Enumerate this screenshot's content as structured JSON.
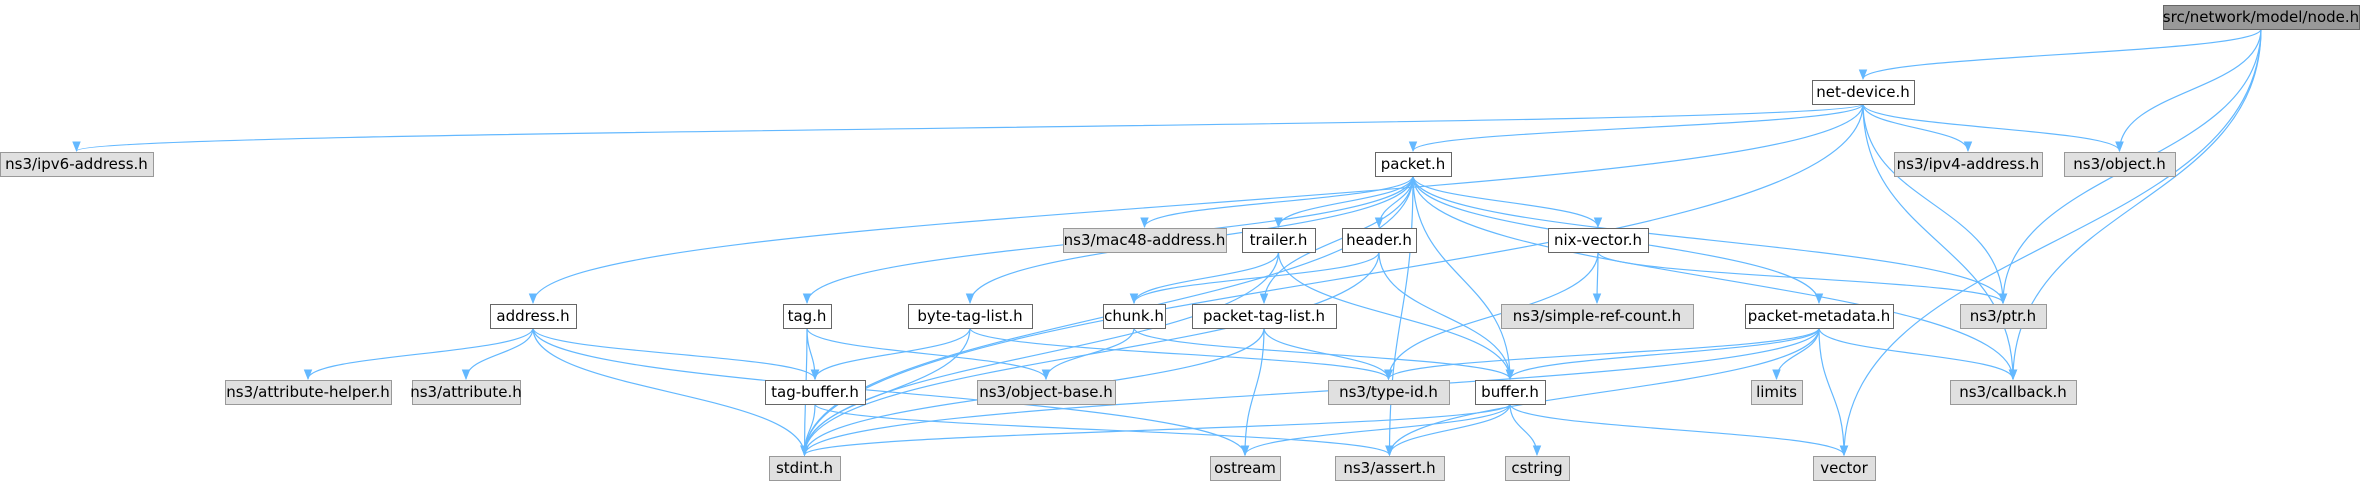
{
  "graph": {
    "title": "src/network/model/node.h",
    "colors": {
      "root_fill": "#999999",
      "node_fill": "#ffffff",
      "ext_fill": "#e0e0e0",
      "border": "#666666",
      "ext_border": "#999999",
      "edge": "#63b8ff",
      "text": "#000000"
    },
    "nodes": [
      {
        "id": "node_h",
        "label": "src/network/model/node.h",
        "kind": "root"
      },
      {
        "id": "net_device_h",
        "label": "net-device.h",
        "kind": "file"
      },
      {
        "id": "ipv6_address",
        "label": "ns3/ipv6-address.h",
        "kind": "external"
      },
      {
        "id": "packet_h",
        "label": "packet.h",
        "kind": "file"
      },
      {
        "id": "ipv4_address",
        "label": "ns3/ipv4-address.h",
        "kind": "external"
      },
      {
        "id": "object_h",
        "label": "ns3/object.h",
        "kind": "external"
      },
      {
        "id": "mac48_address",
        "label": "ns3/mac48-address.h",
        "kind": "external"
      },
      {
        "id": "trailer_h",
        "label": "trailer.h",
        "kind": "file"
      },
      {
        "id": "header_h",
        "label": "header.h",
        "kind": "file"
      },
      {
        "id": "nix_vector_h",
        "label": "nix-vector.h",
        "kind": "file"
      },
      {
        "id": "address_h",
        "label": "address.h",
        "kind": "file"
      },
      {
        "id": "tag_h",
        "label": "tag.h",
        "kind": "file"
      },
      {
        "id": "byte_tag_list_h",
        "label": "byte-tag-list.h",
        "kind": "file"
      },
      {
        "id": "chunk_h",
        "label": "chunk.h",
        "kind": "file"
      },
      {
        "id": "packet_tag_list_h",
        "label": "packet-tag-list.h",
        "kind": "file"
      },
      {
        "id": "simple_ref_count",
        "label": "ns3/simple-ref-count.h",
        "kind": "external"
      },
      {
        "id": "packet_metadata_h",
        "label": "packet-metadata.h",
        "kind": "file"
      },
      {
        "id": "ptr_h",
        "label": "ns3/ptr.h",
        "kind": "external"
      },
      {
        "id": "attribute_helper",
        "label": "ns3/attribute-helper.h",
        "kind": "external"
      },
      {
        "id": "attribute_h",
        "label": "ns3/attribute.h",
        "kind": "external"
      },
      {
        "id": "tag_buffer_h",
        "label": "tag-buffer.h",
        "kind": "file"
      },
      {
        "id": "object_base",
        "label": "ns3/object-base.h",
        "kind": "external"
      },
      {
        "id": "type_id",
        "label": "ns3/type-id.h",
        "kind": "external"
      },
      {
        "id": "buffer_h",
        "label": "buffer.h",
        "kind": "file"
      },
      {
        "id": "limits",
        "label": "limits",
        "kind": "external"
      },
      {
        "id": "callback_h",
        "label": "ns3/callback.h",
        "kind": "external"
      },
      {
        "id": "stdint_h",
        "label": "stdint.h",
        "kind": "external"
      },
      {
        "id": "ostream",
        "label": "ostream",
        "kind": "external"
      },
      {
        "id": "assert_h",
        "label": "ns3/assert.h",
        "kind": "external"
      },
      {
        "id": "cstring",
        "label": "cstring",
        "kind": "external"
      },
      {
        "id": "vector",
        "label": "vector",
        "kind": "external"
      }
    ],
    "edges": [
      [
        "node_h",
        "net_device_h"
      ],
      [
        "node_h",
        "object_h"
      ],
      [
        "node_h",
        "ptr_h"
      ],
      [
        "node_h",
        "callback_h"
      ],
      [
        "node_h",
        "vector"
      ],
      [
        "net_device_h",
        "ipv6_address"
      ],
      [
        "net_device_h",
        "packet_h"
      ],
      [
        "net_device_h",
        "ipv4_address"
      ],
      [
        "net_device_h",
        "object_h"
      ],
      [
        "net_device_h",
        "address_h"
      ],
      [
        "net_device_h",
        "stdint_h"
      ],
      [
        "net_device_h",
        "ptr_h"
      ],
      [
        "net_device_h",
        "callback_h"
      ],
      [
        "packet_h",
        "mac48_address"
      ],
      [
        "packet_h",
        "trailer_h"
      ],
      [
        "packet_h",
        "header_h"
      ],
      [
        "packet_h",
        "nix_vector_h"
      ],
      [
        "packet_h",
        "tag_h"
      ],
      [
        "packet_h",
        "byte_tag_list_h"
      ],
      [
        "packet_h",
        "packet_tag_list_h"
      ],
      [
        "packet_h",
        "packet_metadata_h"
      ],
      [
        "packet_h",
        "buffer_h"
      ],
      [
        "packet_h",
        "ptr_h"
      ],
      [
        "packet_h",
        "callback_h"
      ],
      [
        "packet_h",
        "stdint_h"
      ],
      [
        "packet_h",
        "assert_h"
      ],
      [
        "trailer_h",
        "chunk_h"
      ],
      [
        "trailer_h",
        "buffer_h"
      ],
      [
        "trailer_h",
        "stdint_h"
      ],
      [
        "header_h",
        "chunk_h"
      ],
      [
        "header_h",
        "buffer_h"
      ],
      [
        "header_h",
        "stdint_h"
      ],
      [
        "nix_vector_h",
        "simple_ref_count"
      ],
      [
        "nix_vector_h",
        "ptr_h"
      ],
      [
        "nix_vector_h",
        "type_id"
      ],
      [
        "address_h",
        "attribute_helper"
      ],
      [
        "address_h",
        "attribute_h"
      ],
      [
        "address_h",
        "tag_buffer_h"
      ],
      [
        "address_h",
        "stdint_h"
      ],
      [
        "address_h",
        "ostream"
      ],
      [
        "tag_h",
        "object_base"
      ],
      [
        "tag_h",
        "tag_buffer_h"
      ],
      [
        "tag_h",
        "stdint_h"
      ],
      [
        "byte_tag_list_h",
        "tag_buffer_h"
      ],
      [
        "byte_tag_list_h",
        "type_id"
      ],
      [
        "byte_tag_list_h",
        "stdint_h"
      ],
      [
        "chunk_h",
        "object_base"
      ],
      [
        "chunk_h",
        "buffer_h"
      ],
      [
        "packet_tag_list_h",
        "type_id"
      ],
      [
        "packet_tag_list_h",
        "stdint_h"
      ],
      [
        "packet_tag_list_h",
        "ostream"
      ],
      [
        "packet_metadata_h",
        "buffer_h"
      ],
      [
        "packet_metadata_h",
        "type_id"
      ],
      [
        "packet_metadata_h",
        "limits"
      ],
      [
        "packet_metadata_h",
        "callback_h"
      ],
      [
        "packet_metadata_h",
        "vector"
      ],
      [
        "packet_metadata_h",
        "stdint_h"
      ],
      [
        "packet_metadata_h",
        "assert_h"
      ],
      [
        "tag_buffer_h",
        "stdint_h"
      ],
      [
        "tag_buffer_h",
        "assert_h"
      ],
      [
        "buffer_h",
        "stdint_h"
      ],
      [
        "buffer_h",
        "ostream"
      ],
      [
        "buffer_h",
        "assert_h"
      ],
      [
        "buffer_h",
        "cstring"
      ],
      [
        "buffer_h",
        "vector"
      ]
    ]
  }
}
